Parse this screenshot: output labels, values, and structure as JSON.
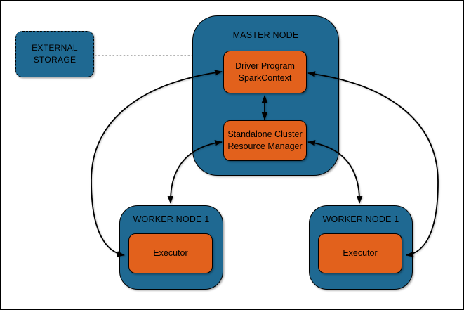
{
  "colors": {
    "node_fill": "#1f6992",
    "component_fill": "#e2611c",
    "arrow": "#000000",
    "dashed_link": "#999999",
    "border": "#000000",
    "background": "#ffffff"
  },
  "nodes": {
    "external_storage": {
      "line1": "EXTERNAL",
      "line2": "STORAGE"
    },
    "master": {
      "label": "MASTER NODE",
      "driver": {
        "line1": "Driver Program",
        "line2": "SparkContext"
      },
      "resource_manager": {
        "line1": "Standalone Cluster",
        "line2": "Resource Manager"
      }
    },
    "worker_left": {
      "label": "WORKER NODE 1",
      "executor": "Executor"
    },
    "worker_right": {
      "label": "WORKER NODE 1",
      "executor": "Executor"
    }
  },
  "edges": [
    {
      "from": "External Storage",
      "to": "Master Node",
      "type": "dashed-link"
    },
    {
      "from": "Driver Program SparkContext",
      "to": "Standalone Cluster Resource Manager",
      "type": "bidirectional"
    },
    {
      "from": "Driver Program SparkContext",
      "to": "Executor (left Worker Node 1)",
      "type": "bidirectional"
    },
    {
      "from": "Driver Program SparkContext",
      "to": "Executor (right Worker Node 1)",
      "type": "bidirectional"
    },
    {
      "from": "Standalone Cluster Resource Manager",
      "to": "Worker Node 1 (left)",
      "type": "bidirectional"
    },
    {
      "from": "Standalone Cluster Resource Manager",
      "to": "Worker Node 1 (right)",
      "type": "bidirectional"
    }
  ]
}
